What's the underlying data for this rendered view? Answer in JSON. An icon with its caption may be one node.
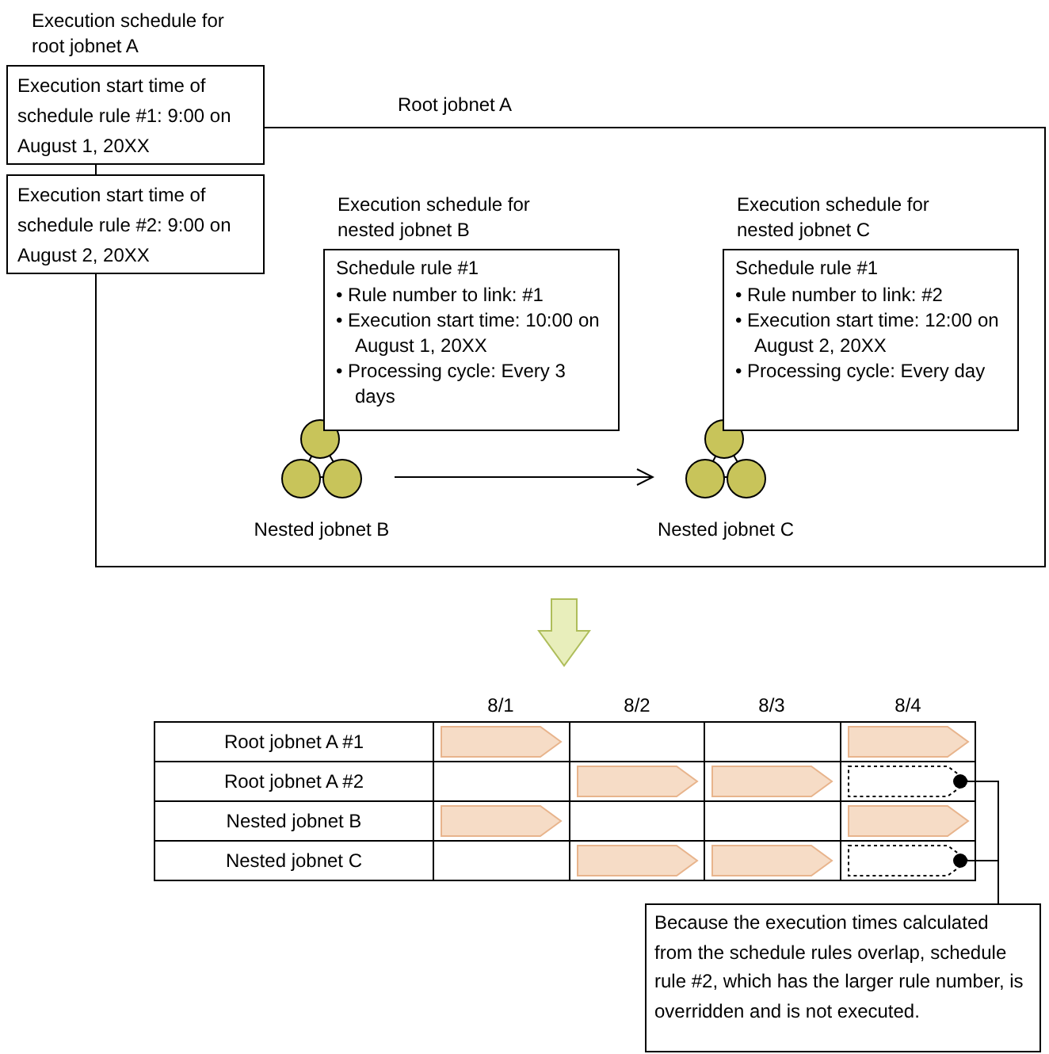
{
  "diagram": {
    "nodes": [
      {
        "text": [
          "Root jobnet A"
        ]
      },
      {
        "text": [
          "Execution schedule for root jobnet A",
          "Execution start time of schedule rule #1: 9:00 on August 1, 20XX"
        ]
      },
      {
        "text": [
          "Execution start time of schedule rule #2: 9:00 on August 2, 20XX"
        ]
      },
      {
        "text": [
          "Execution schedule for nested jobnet B",
          "Schedule rule #1",
          "• Rule number to link: #1",
          "• Execution start time: 10:00 on August 1, 20XX",
          "• Processing cycle: Every 3 days"
        ],
        "in": 0
      },
      {
        "text": [
          "Nested jobnet B"
        ],
        "in": 0
      },
      {
        "text": [
          "Execution schedule for nested jobnet C",
          "Schedule rule #1",
          "• Rule number to link: #2",
          "• Execution start time: 12:00 on August 2, 20XX",
          "• Processing cycle: Every day"
        ],
        "in": 0
      },
      {
        "text": [
          "Nested jobnet C"
        ],
        "in": 0
      },
      {
        "text": [],
        "shape": "bar"
      },
      {
        "text": [],
        "shape": "bar"
      },
      {
        "text": [],
        "shape": "bar"
      },
      {
        "text": [],
        "shape": "bar"
      },
      {
        "text": [],
        "shape": "box"
      },
      {
        "text": [],
        "shape": "bar"
      },
      {
        "text": [],
        "shape": "bar"
      },
      {
        "text": [],
        "shape": "bar"
      },
      {
        "text": [],
        "shape": "bar"
      },
      {
        "text": [],
        "shape": "box"
      },
      {
        "text": [
          "Because the execution times calculated from the schedule rules overlap, schedule rule #2, which has the larger rule number, is overridden and is not executed."
        ]
      }
    ],
    "edges": [
      {
        "from": 4,
        "to": 6,
        "arrow": "to"
      },
      {
        "from": 17,
        "to": 11,
        "arrow": "other"
      },
      {
        "from": 17,
        "to": 16,
        "arrow": "other"
      }
    ],
    "labels": [
      "8/1",
      "8/2",
      "8/3",
      "8/4",
      "Root jobnet A #1",
      "Root jobnet A #2",
      "Nested jobnet B",
      "Nested jobnet C"
    ]
  }
}
